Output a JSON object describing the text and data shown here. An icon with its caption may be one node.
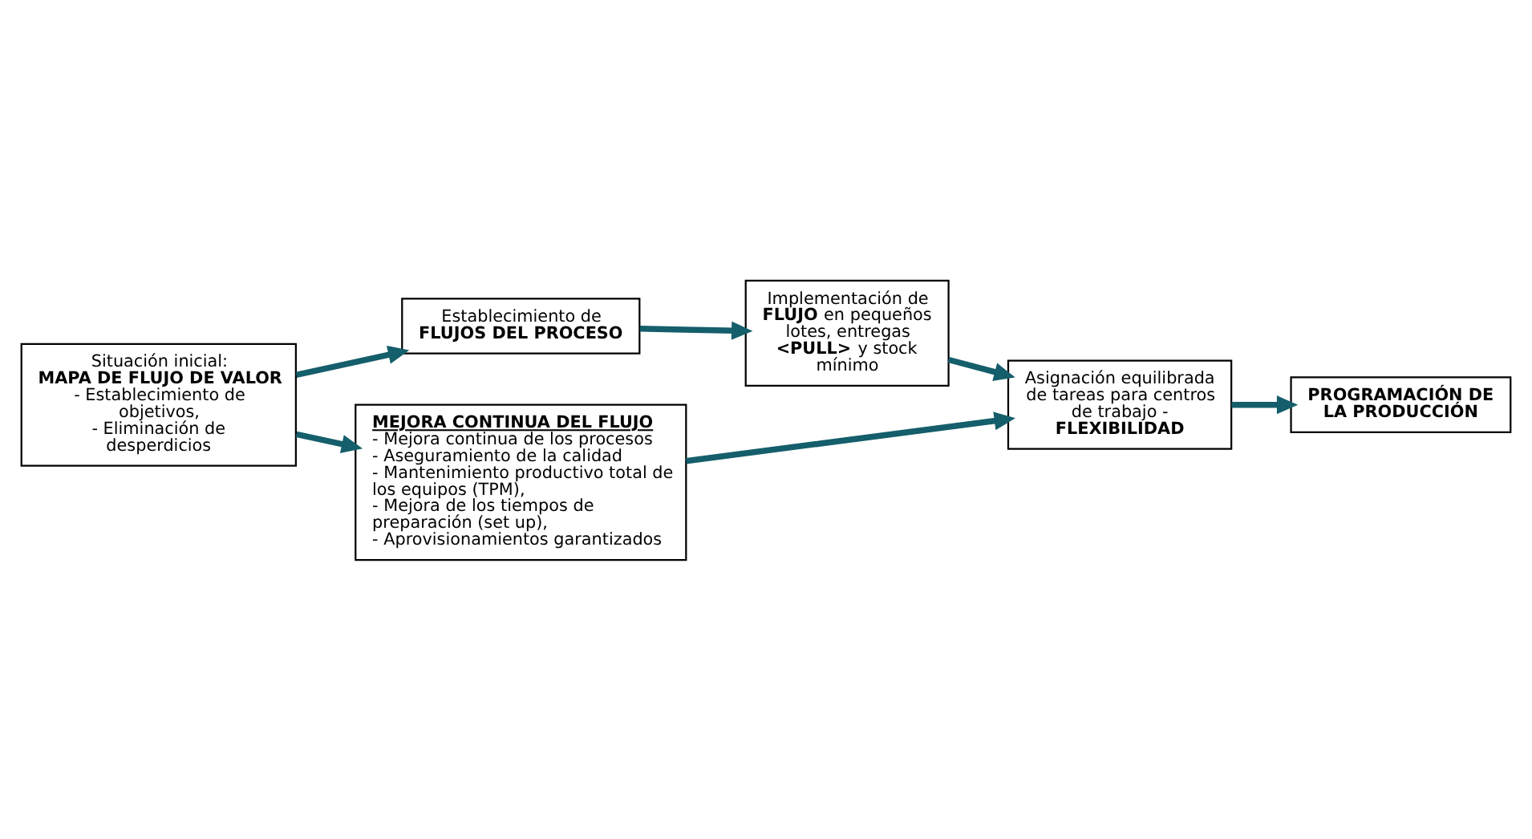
{
  "diagram": {
    "nodes": [
      {
        "text": [
          "Situación inicial:",
          "MAPA DE FLUJO DE VALOR",
          "- Establecimiento de objetivos,",
          "- Eliminación de desperdicios"
        ]
      },
      {
        "text": [
          "Establecimiento de **FLUJOS DEL PROCESO**"
        ]
      },
      {
        "text": [
          "Implementación de **FLUJO** en pequeños lotes, entregas **<PULL>** y stock mínimo"
        ]
      },
      {
        "text": [
          "Asignación equilibrada de tareas para centros de trabajo - **FLEXIBILIDAD**"
        ]
      },
      {
        "text": [
          "PROGRAMACIÓN DE LA PRODUCCIÓN"
        ]
      },
      {
        "text": [
          "MEJORA CONTINUA DEL FLUJO",
          "- Mejora continua de los procesos",
          "- Aseguramiento de la calidad",
          "- Mantenimiento productivo total de los equipos (TPM),",
          "- Mejora de los tiempos de preparación (set up),",
          "- Aprovisionamientos garantizados"
        ]
      }
    ],
    "edges": [
      {
        "from": 0,
        "to": 1,
        "arrow": "to"
      },
      {
        "from": 1,
        "to": 2,
        "arrow": "to"
      },
      {
        "from": 2,
        "to": 3,
        "arrow": "to"
      },
      {
        "from": 3,
        "to": 4,
        "arrow": "to"
      },
      {
        "from": 0,
        "to": 5,
        "arrow": "to"
      },
      {
        "from": 5,
        "to": 3,
        "arrow": "to"
      }
    ]
  }
}
